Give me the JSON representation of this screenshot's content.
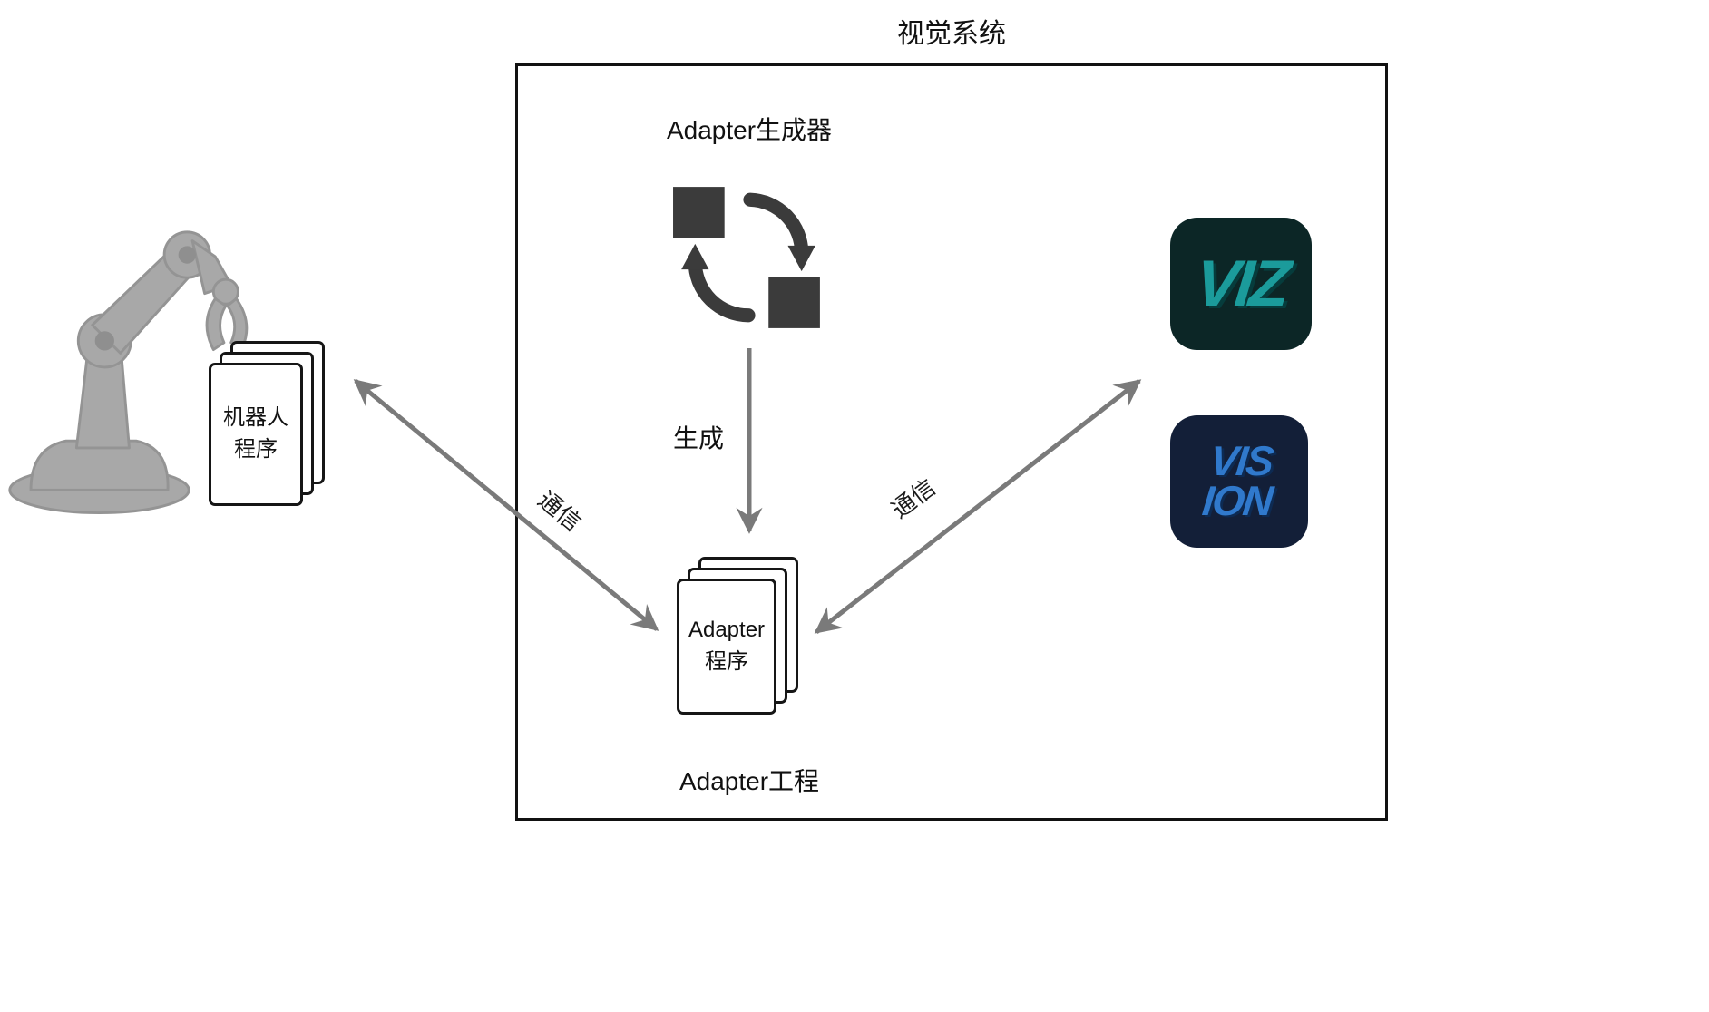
{
  "title": "视觉系统",
  "vision_system_box": {
    "generator_label": "Adapter生成器",
    "generate_arrow_label": "生成",
    "adapter_doc": {
      "line1": "Adapter",
      "line2": "程序"
    },
    "project_label": "Adapter工程"
  },
  "robot": {
    "doc": {
      "line1": "机器人",
      "line2": "程序"
    }
  },
  "connections": {
    "left_label": "通信",
    "right_label": "通信"
  },
  "logos": {
    "viz": {
      "text": "VIZ"
    },
    "vision": {
      "line1": "VIS",
      "line2": "ION"
    }
  },
  "colors": {
    "arrow_gray": "#7a7a7a",
    "glyph_dark": "#3b3b3b",
    "robot_gray": "#a8a8a8",
    "viz_bg": "#0c2626",
    "viz_fg": "#1b9b9b",
    "vision_bg": "#131f38",
    "vision_fg": "#3079cc"
  }
}
